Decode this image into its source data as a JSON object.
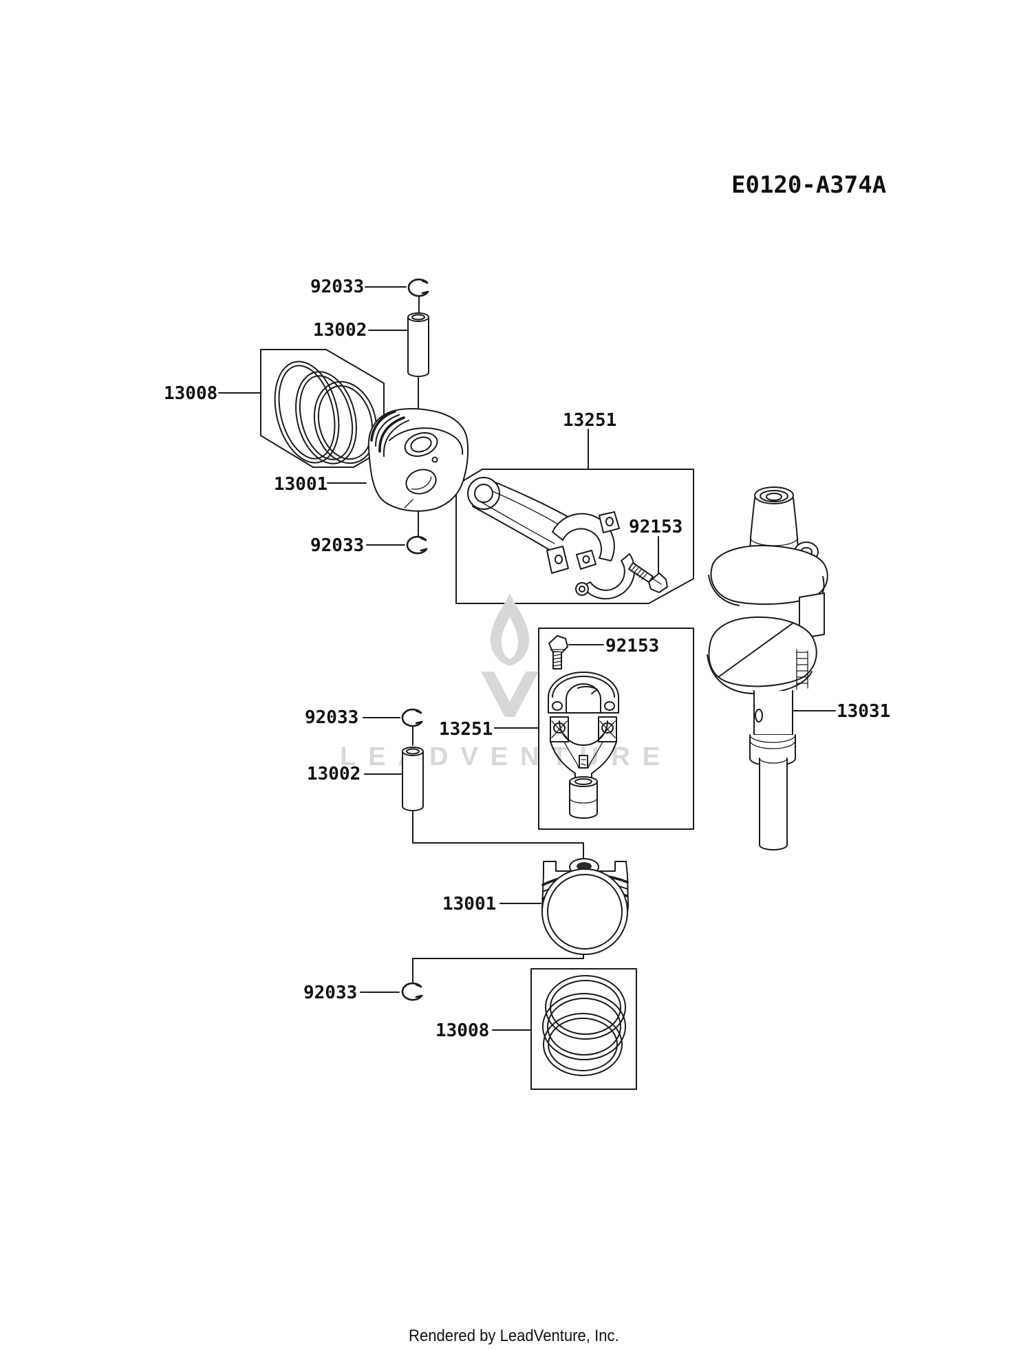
{
  "page": {
    "background": "#ffffff",
    "ink_color": "#1a1a1a",
    "watermark_color": "#d8d8d8"
  },
  "header": {
    "diagram_code": "E0120-A374A"
  },
  "watermark": {
    "text": "LEADVENTURE"
  },
  "footer": {
    "credit": "Rendered by LeadVenture, Inc."
  },
  "callouts": [
    {
      "label": "92033"
    },
    {
      "label": "13002"
    },
    {
      "label": "13008"
    },
    {
      "label": "13001"
    },
    {
      "label": "13251"
    },
    {
      "label": "92033"
    },
    {
      "label": "92153"
    },
    {
      "label": "92153"
    },
    {
      "label": "13031"
    },
    {
      "label": "92033"
    },
    {
      "label": "13251"
    },
    {
      "label": "13002"
    },
    {
      "label": "13001"
    },
    {
      "label": "92033"
    },
    {
      "label": "13008"
    }
  ]
}
